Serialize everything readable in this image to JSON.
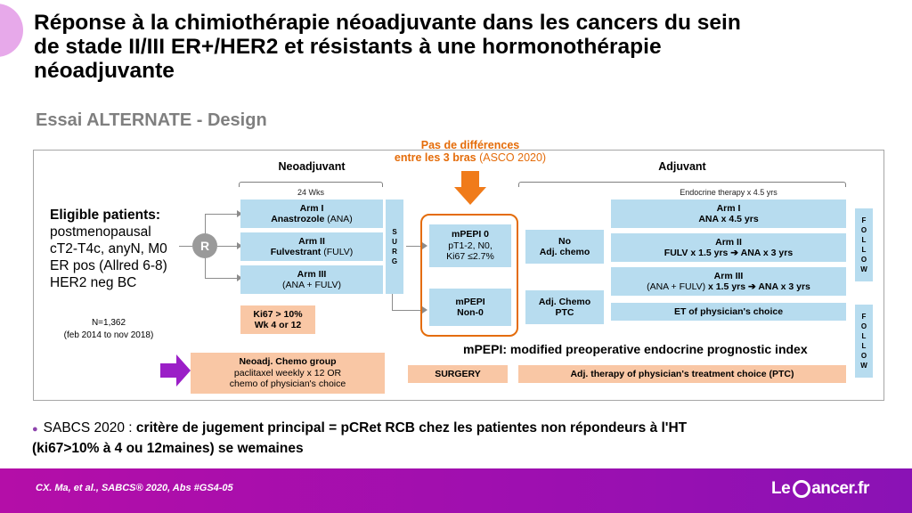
{
  "slide": {
    "title": "Réponse à la chimiothérapie néoadjuvante dans les cancers du sein\nde stade II/III ER+/HER2 et résistants à une hormonothérapie\nnéoadjuvante",
    "subtitle": "Essai ALTERNATE - Design"
  },
  "diagram": {
    "neo_label": "Neoadjuvant",
    "neo_weeks": "24 Wks",
    "adj_label": "Adjuvant",
    "adj_duration": "Endocrine therapy x 4.5 yrs",
    "no_diff_bold": "Pas de différences\nentre les 3 bras",
    "no_diff_rest": " (ASCO 2020)",
    "eligible": {
      "heading": "Eligible patients:",
      "lines": [
        "postmenopausal",
        "cT2-T4c, anyN, M0",
        "ER pos (Allred 6-8)",
        "HER2 neg BC"
      ]
    },
    "n_count": "N=1,362",
    "period": "(feb 2014 to nov 2018)",
    "randomize": "R",
    "arms_neo": [
      {
        "name": "Arm I",
        "drug": "Anastrozole",
        "abbr": " (ANA)"
      },
      {
        "name": "Arm II",
        "drug": "Fulvestrant",
        "abbr": " (FULV)"
      },
      {
        "name": "Arm III",
        "drug": "",
        "abbr": "(ANA + FULV)"
      }
    ],
    "surg_letters": [
      "S",
      "U",
      "R",
      "G"
    ],
    "ki67": {
      "line1": "Ki67 > 10%",
      "line2": "Wk 4 or 12"
    },
    "chemo_group": {
      "title": "Neoadj. Chemo group",
      "line1": "paclitaxel weekly x 12 OR",
      "line2": "chemo of physician's choice"
    },
    "mpepi0": {
      "title": "mPEPI 0",
      "line1": "pT1-2, N0,",
      "line2": "Ki67 ≤2.7%"
    },
    "mpepi_non0": {
      "title": "mPEPI",
      "line1": "Non-0"
    },
    "no_adj_chemo": {
      "line1": "No",
      "line2": "Adj. chemo"
    },
    "adj_chemo": {
      "line1": "Adj. Chemo",
      "line2": "PTC"
    },
    "arms_adj": [
      {
        "name": "Arm I",
        "regimen": "ANA x 4.5 yrs"
      },
      {
        "name": "Arm II",
        "regimen": "FULV x 1.5 yrs ➔ ANA x 3 yrs"
      },
      {
        "name": "Arm III",
        "pre": "(ANA + FULV)",
        "regimen": " x 1.5 yrs ➔ ANA x 3 yrs"
      }
    ],
    "et_choice": "ET of physician's choice",
    "follow_letters": [
      "F",
      "O",
      "L",
      "L",
      "O",
      "W"
    ],
    "mpepi_note": "mPEPI: modified preoperative endocrine prognostic index",
    "surgery": "SURGERY",
    "adj_therapy": "Adj. therapy of physician's treatment choice (PTC)"
  },
  "bottom": {
    "bullet": "●",
    "prefix": "SABCS 2020 : ",
    "bold": "critère de jugement  principal = pCRet RCB chez les patientes non répondeurs à l'HT\n(ki67>10% à 4 ou 12maines) se wemaines"
  },
  "footer": {
    "reference": "CX. Ma, et al., SABCS® 2020, Abs #GS4-05",
    "logo_left": "Le",
    "logo_right": "ancer.fr"
  },
  "colors": {
    "blue_box": "#b7dcef",
    "peach_box": "#f9c7a5",
    "accent_orange": "#e46c0a",
    "purple_arrow": "#9b1fc7",
    "footer_purple": "#a20fae"
  }
}
